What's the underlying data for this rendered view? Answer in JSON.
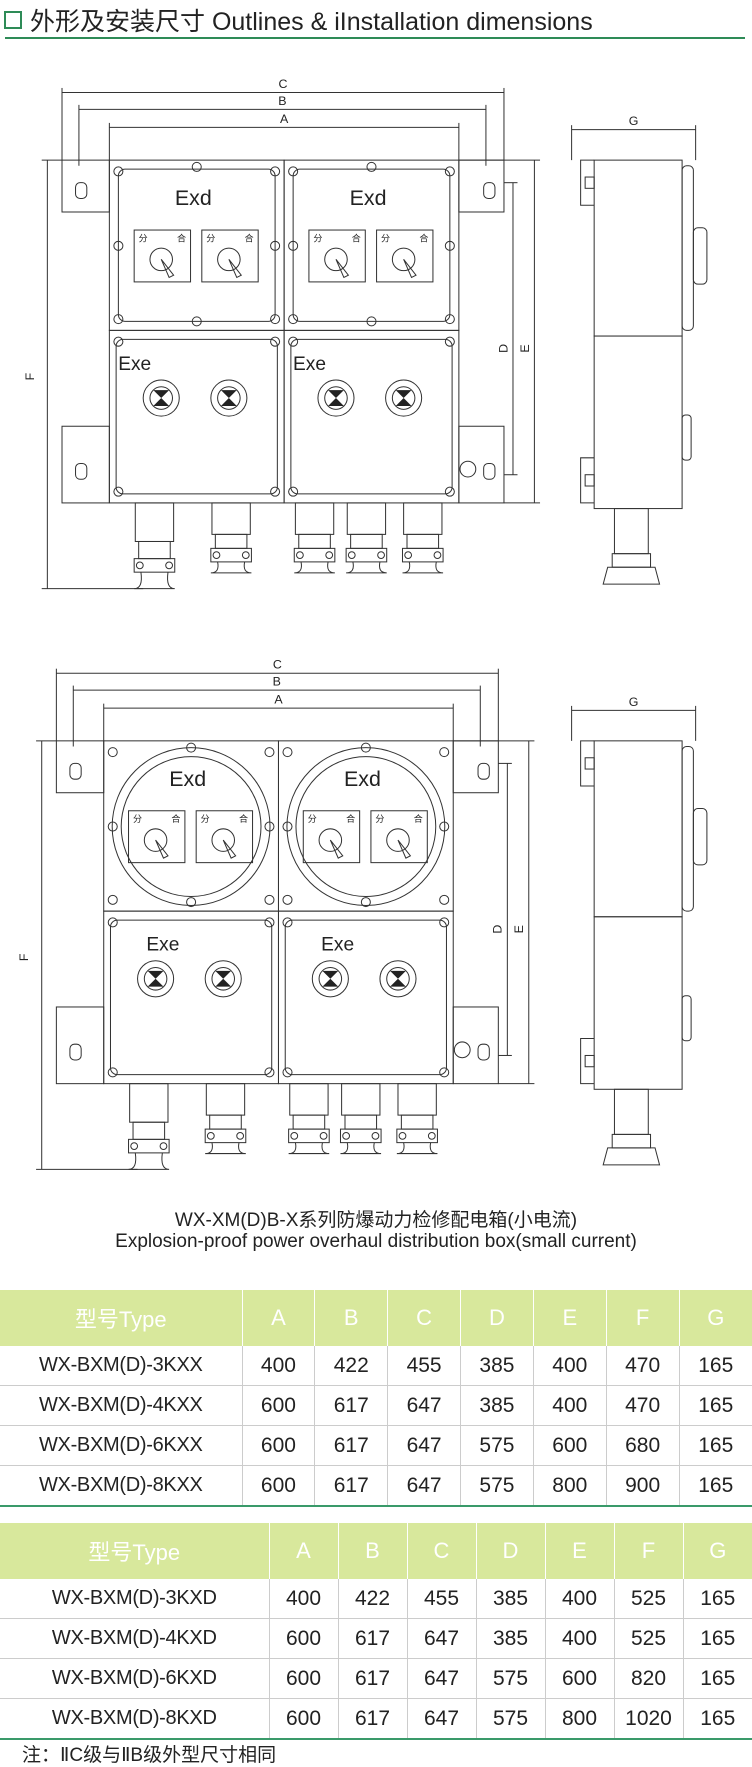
{
  "header": {
    "title": "外形及安装尺寸 Outlines & iInstallation dimensions"
  },
  "drawing_labels": {
    "dims": {
      "A": "A",
      "B": "B",
      "C": "C",
      "D": "D",
      "E": "E",
      "F": "F",
      "G": "G"
    },
    "exd": "Exd",
    "exe": "Exe",
    "switch_off": "分",
    "switch_on": "合"
  },
  "caption": {
    "cn": "WX-XM(D)B-X系列防爆动力检修配电箱(小电流)",
    "en": "Explosion-proof power overhaul distribution box(small current)"
  },
  "colors": {
    "accent": "#2e8b57",
    "table_header_bg": "#d8e89c"
  },
  "table1": {
    "headers": [
      "型号Type",
      "A",
      "B",
      "C",
      "D",
      "E",
      "F",
      "G"
    ],
    "rows": [
      [
        "WX-BXM(D)-3KXX",
        "400",
        "422",
        "455",
        "385",
        "400",
        "470",
        "165"
      ],
      [
        "WX-BXM(D)-4KXX",
        "600",
        "617",
        "647",
        "385",
        "400",
        "470",
        "165"
      ],
      [
        "WX-BXM(D)-6KXX",
        "600",
        "617",
        "647",
        "575",
        "600",
        "680",
        "165"
      ],
      [
        "WX-BXM(D)-8KXX",
        "600",
        "617",
        "647",
        "575",
        "800",
        "900",
        "165"
      ]
    ]
  },
  "table2": {
    "headers": [
      "型号Type",
      "A",
      "B",
      "C",
      "D",
      "E",
      "F",
      "G"
    ],
    "rows": [
      [
        "WX-BXM(D)-3KXD",
        "400",
        "422",
        "455",
        "385",
        "400",
        "525",
        "165"
      ],
      [
        "WX-BXM(D)-4KXD",
        "600",
        "617",
        "647",
        "385",
        "400",
        "525",
        "165"
      ],
      [
        "WX-BXM(D)-6KXD",
        "600",
        "617",
        "647",
        "575",
        "600",
        "820",
        "165"
      ],
      [
        "WX-BXM(D)-8KXD",
        "600",
        "617",
        "647",
        "575",
        "800",
        "1020",
        "165"
      ]
    ]
  },
  "note": "注：ⅡC级与ⅡB级外型尺寸相同"
}
